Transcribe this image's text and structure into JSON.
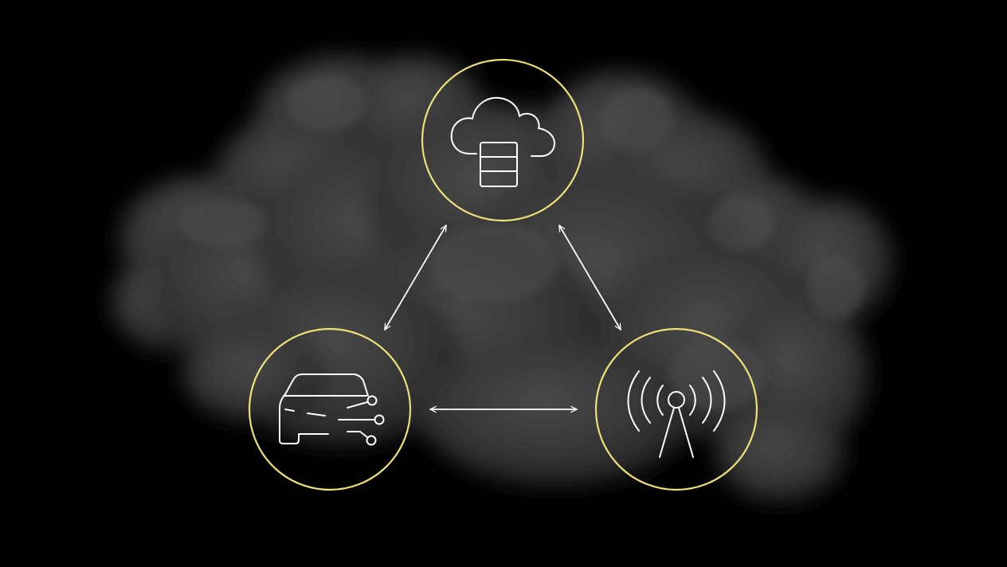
{
  "colors": {
    "background": "#000000",
    "smoke": "#3a3a3a",
    "ring": "#efe07a",
    "line": "#ffffff"
  },
  "nodes": [
    {
      "id": "cloud-storage",
      "icon": "cloud-database-icon"
    },
    {
      "id": "vehicle",
      "icon": "connected-car-icon"
    },
    {
      "id": "cell-tower",
      "icon": "antenna-tower-icon"
    }
  ],
  "connections": [
    {
      "from": "cloud-storage",
      "to": "vehicle",
      "direction": "both"
    },
    {
      "from": "cloud-storage",
      "to": "cell-tower",
      "direction": "both"
    },
    {
      "from": "vehicle",
      "to": "cell-tower",
      "direction": "both"
    }
  ]
}
